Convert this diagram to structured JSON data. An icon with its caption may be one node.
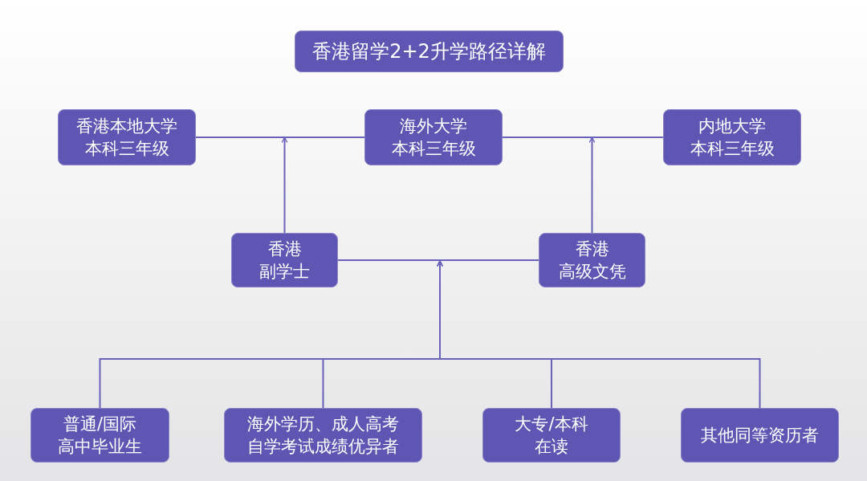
{
  "diagram": {
    "title": "香港留学2+2升学路径详解",
    "nodes": [
      {
        "text": [
          "香港本地大学本科三年级"
        ]
      },
      {
        "text": [
          "海外大学本科三年级"
        ]
      },
      {
        "text": [
          "内地大学本科三年级"
        ]
      },
      {
        "text": [
          "香港副学士"
        ]
      },
      {
        "text": [
          "香港高级文凭"
        ]
      },
      {
        "text": [
          "普通/国际高中毕业生"
        ]
      },
      {
        "text": [
          "海外学历、成人高考自学考试成绩优异者"
        ]
      },
      {
        "text": [
          "大专/本科在读"
        ]
      },
      {
        "text": [
          "其他同等资历者"
        ]
      }
    ],
    "edges": [
      {
        "from": 0,
        "to": 1,
        "arrow": "none"
      },
      {
        "from": 1,
        "to": 2,
        "arrow": "none"
      },
      {
        "from": 3,
        "to": null,
        "arrow": "to"
      },
      {
        "from": 4,
        "to": null,
        "arrow": "to"
      },
      {
        "from": 3,
        "to": 4,
        "arrow": "none"
      },
      {
        "from": 5,
        "to": null,
        "arrow": "to"
      },
      {
        "from": 6,
        "to": null,
        "arrow": "to"
      },
      {
        "from": 7,
        "to": null,
        "arrow": "to"
      },
      {
        "from": 8,
        "to": null,
        "arrow": "to"
      }
    ]
  }
}
